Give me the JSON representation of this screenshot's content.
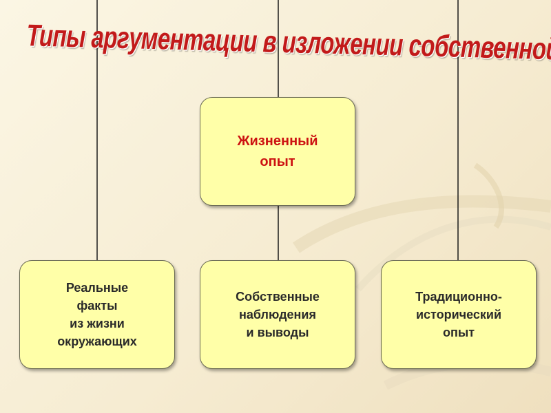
{
  "diagram": {
    "title": "Типы аргументации в изложении собственной по",
    "root": {
      "label": "Жизненный\nопыт",
      "color": "#cc1111"
    },
    "children": [
      {
        "label": "Реальные\nфакты\nиз жизни\nокружающих"
      },
      {
        "label": "Собственные\nнаблюдения\n и выводы"
      },
      {
        "label": "Традиционно-\nисторический\nопыт"
      }
    ]
  },
  "colors": {
    "node_fill": "#ffffa8",
    "title": "#c21a1a",
    "connector": "#1a1a1a",
    "background": "#f6ecd2"
  }
}
